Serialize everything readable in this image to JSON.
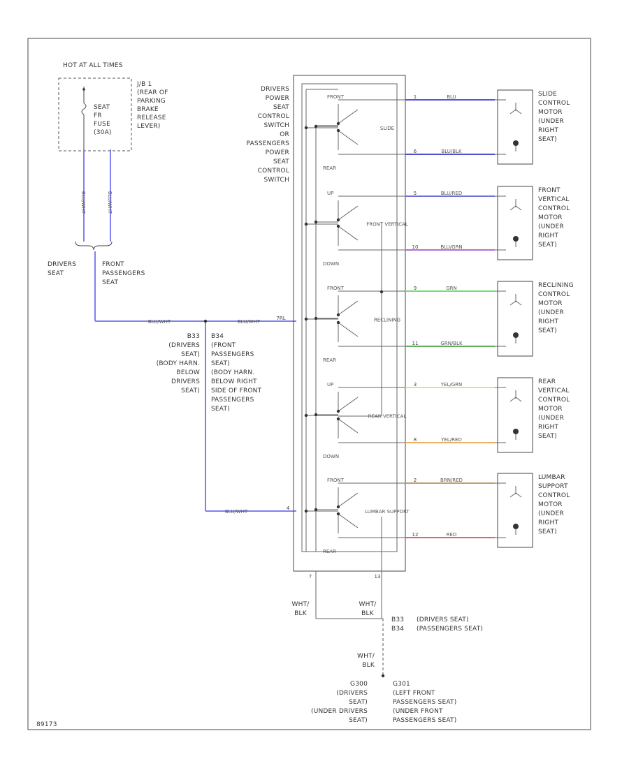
{
  "colors": {
    "blu_wht": "#8080f0",
    "blu": "#5555dd",
    "blu_blk": "#5050c8",
    "blu_red": "#7070d8",
    "blu_grn": "#b070d0",
    "grn": "#70e070",
    "grn_blk": "#60b060",
    "yel_grn": "#d8e870",
    "yel_red": "#f0b060",
    "brn_red": "#c0a070",
    "red": "#f06060",
    "wht_blk": "#bbbbbb"
  },
  "fuse_block": {
    "header": "HOT AT ALL TIMES",
    "fuse_label": [
      "SEAT",
      "FR",
      "FUSE",
      "(30A)"
    ],
    "jb_label": [
      "J/B 1",
      "(REAR OF",
      "PARKING",
      "BRAKE",
      "RELEASE",
      "LEVER)"
    ]
  },
  "left_wires": [
    {
      "label": "BLU/WHT",
      "color_key": "blu_wht"
    },
    {
      "label": "BLU/WHT",
      "color_key": "blu_wht"
    }
  ],
  "seat_labels": {
    "drivers": [
      "DRIVERS",
      "SEAT"
    ],
    "front_passenger": [
      "FRONT",
      "PASSENGERS",
      "SEAT"
    ]
  },
  "splice_labels": {
    "left": [
      "B33",
      "(DRIVERS",
      "SEAT)",
      "(BODY HARN.",
      "BELOW",
      "DRIVERS",
      "SEAT)"
    ],
    "right": [
      "B34",
      "(FRONT",
      "PASSENGERS",
      "SEAT)",
      "(BODY HARN.",
      "BELOW RIGHT",
      "SIDE OF FRONT",
      "PASSENGERS",
      "SEAT)"
    ]
  },
  "bus_wires": {
    "top_label": "BLU/WHT",
    "mid_label": "BLU/WHT",
    "bottom_label": "BLU/WHT",
    "top_pin": "7RL",
    "bottom_pin": "4"
  },
  "switch_label": [
    "DRIVERS",
    "POWER",
    "SEAT",
    "CONTROL",
    "SWITCH",
    "OR",
    "PASSENGERS",
    "POWER",
    "SEAT",
    "CONTROL",
    "SWITCH"
  ],
  "switch_sections": [
    {
      "name": "SLIDE",
      "top": "FRONT",
      "bottom": "REAR"
    },
    {
      "name": "FRONT VERTICAL",
      "top": "UP",
      "bottom": "DOWN"
    },
    {
      "name": "RECLINING",
      "top": "FRONT",
      "bottom": "REAR"
    },
    {
      "name": "REAR VERTICAL",
      "top": "UP",
      "bottom": "DOWN"
    },
    {
      "name": "LUMBAR SUPPORT",
      "top": "FRONT",
      "bottom": "REAR"
    }
  ],
  "motor_wires": [
    {
      "label": "BLU",
      "color_key": "blu",
      "pin": "1"
    },
    {
      "label": "BLU/BLK",
      "color_key": "blu_blk",
      "pin": "6"
    },
    {
      "label": "BLU/RED",
      "color_key": "blu_red",
      "pin": "5"
    },
    {
      "label": "BLU/GRN",
      "color_key": "blu_grn",
      "pin": "10"
    },
    {
      "label": "GRN",
      "color_key": "grn",
      "pin": "9"
    },
    {
      "label": "GRN/BLK",
      "color_key": "grn_blk",
      "pin": "11"
    },
    {
      "label": "YEL/GRN",
      "color_key": "yel_grn",
      "pin": "3"
    },
    {
      "label": "YEL/RED",
      "color_key": "yel_red",
      "pin": "8"
    },
    {
      "label": "BRN/RED",
      "color_key": "brn_red",
      "pin": "2"
    },
    {
      "label": "RED",
      "color_key": "red",
      "pin": "12"
    }
  ],
  "motors": [
    {
      "label": [
        "SLIDE",
        "CONTROL",
        "MOTOR",
        "(UNDER",
        "RIGHT",
        "SEAT)"
      ]
    },
    {
      "label": [
        "FRONT",
        "VERTICAL",
        "CONTROL",
        "MOTOR",
        "(UNDER",
        "RIGHT",
        "SEAT)"
      ]
    },
    {
      "label": [
        "RECLINING",
        "CONTROL",
        "MOTOR",
        "(UNDER",
        "RIGHT",
        "SEAT)"
      ]
    },
    {
      "label": [
        "REAR",
        "VERTICAL",
        "CONTROL",
        "MOTOR",
        "(UNDER",
        "RIGHT",
        "SEAT)"
      ]
    },
    {
      "label": [
        "LUMBAR",
        "SUPPORT",
        "CONTROL",
        "MOTOR",
        "(UNDER",
        "RIGHT",
        "SEAT)"
      ]
    }
  ],
  "ground": {
    "pin_left": "7",
    "pin_right": "13",
    "wire_left": [
      "WHT/",
      "BLK"
    ],
    "wire_right": [
      "WHT/",
      "BLK"
    ],
    "wire_bottom": [
      "WHT/",
      "BLK"
    ],
    "connector_ids": [
      "B33",
      "B34"
    ],
    "connector_names": [
      "(DRIVERS SEAT)",
      "(PASSENGERS SEAT)"
    ],
    "ground_left": [
      "G300",
      "(DRIVERS",
      "SEAT)",
      "(UNDER DRIVERS",
      "SEAT)"
    ],
    "ground_right": [
      "G301",
      "(LEFT FRONT",
      "PASSENGERS SEAT)",
      "(UNDER FRONT",
      "PASSENGERS SEAT)"
    ]
  },
  "figure_id": "89173"
}
